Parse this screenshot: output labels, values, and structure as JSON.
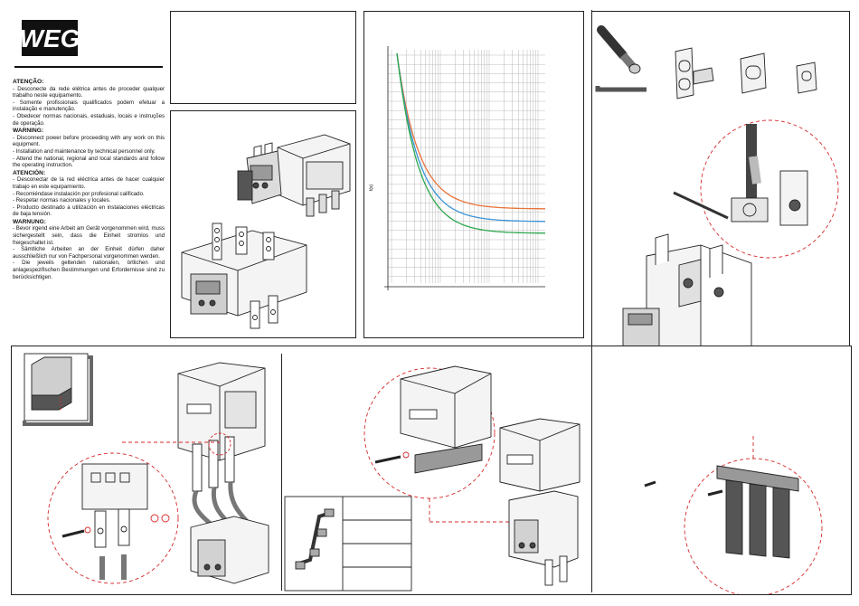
{
  "brand": {
    "logo_text": "WEG"
  },
  "safety": [
    {
      "heading": "ATENÇÃO:",
      "lines": [
        "- Desconecte da rede elétrica antes de proceder qualquer trabalho neste equipamento.",
        "- Somente profissionais qualificados podem efetuar a instalação e manutenção.",
        "- Obedecer normas nacionais, estaduais, locais e instruções de operação."
      ]
    },
    {
      "heading": "WARNING:",
      "lines": [
        "- Disconnect power before proceeding with any work on this equipment.",
        "- Installation and maintenance by technical personnel only.",
        "- Attend the national, regional and local standards and follow the operating instruction."
      ]
    },
    {
      "heading": "ATENCIÓN:",
      "lines": [
        "- Desconectar de la red eléctrica antes de hacer cualquier trabajo en este equipamiento.",
        "- Recomiéndase instalación por profesional calificado.",
        "- Respetar normas nacionales y locales.",
        "- Producto destinado a utilización en instalaciones eléctricas de baja tensión."
      ]
    },
    {
      "heading": "WARNUNG:",
      "lines": [
        "- Bevor irgend eine Arbeit am Gerät vorgenommen wird, muss sichergestellt sein, dass die Einheit stromlos und freigeschaltet ist.",
        "- Sämtliche Arbeiten an der Einheit dürfen daher ausschließlich nur von Fachpersonal vorgenommen werden.",
        "- Die jeweils geltenden nationalen, örtlichen und anlagespezifischen Bestimmungen und Erfordernisse sind zu berücksichtigen."
      ]
    }
  ],
  "chart": {
    "ylabel": "t(s)",
    "colors": {
      "curve1": "#e8743b",
      "curve2": "#3a94d6",
      "curve3": "#2ea84f",
      "grid": "#b9b9b9"
    }
  },
  "colors": {
    "callout": "#d62828",
    "ink": "#222222",
    "dark_gray": "#555555",
    "light_gray": "#cfcfcf"
  }
}
